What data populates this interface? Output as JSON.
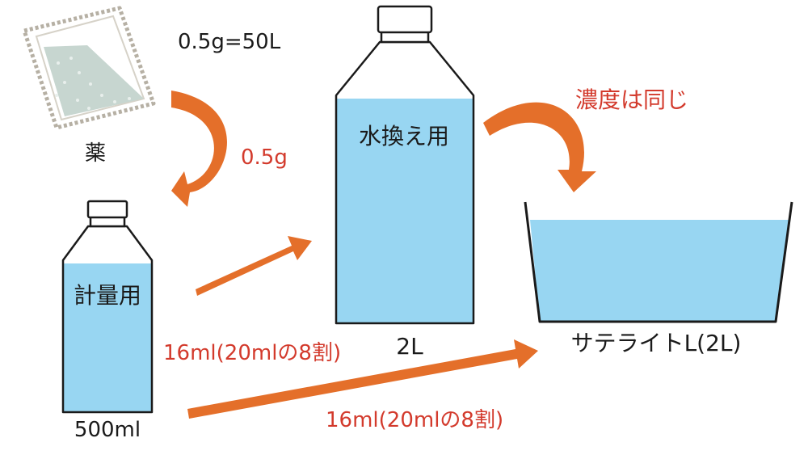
{
  "colors": {
    "water": "#98d6f2",
    "arrow": "#e46f2a",
    "accent_text": "#d33a2c",
    "outline": "#1a1a1a"
  },
  "medicine": {
    "label": "薬",
    "dosage_ratio": "0.5g=50L",
    "icon": "medicine-packet-icon"
  },
  "measuring_bottle": {
    "label": "計量用",
    "capacity": "500ml",
    "icon": "bottle-icon"
  },
  "water_change_bottle": {
    "label": "水換え用",
    "capacity": "2L",
    "icon": "bottle-icon"
  },
  "tank": {
    "label": "サテライトL(2L)",
    "icon": "tank-icon"
  },
  "transfers": {
    "medicine_amount": "0.5g",
    "to_bottle_amount": "16ml(20mlの8割)",
    "to_tank_amount": "16ml(20mlの8割)",
    "same_concentration": "濃度は同じ"
  }
}
